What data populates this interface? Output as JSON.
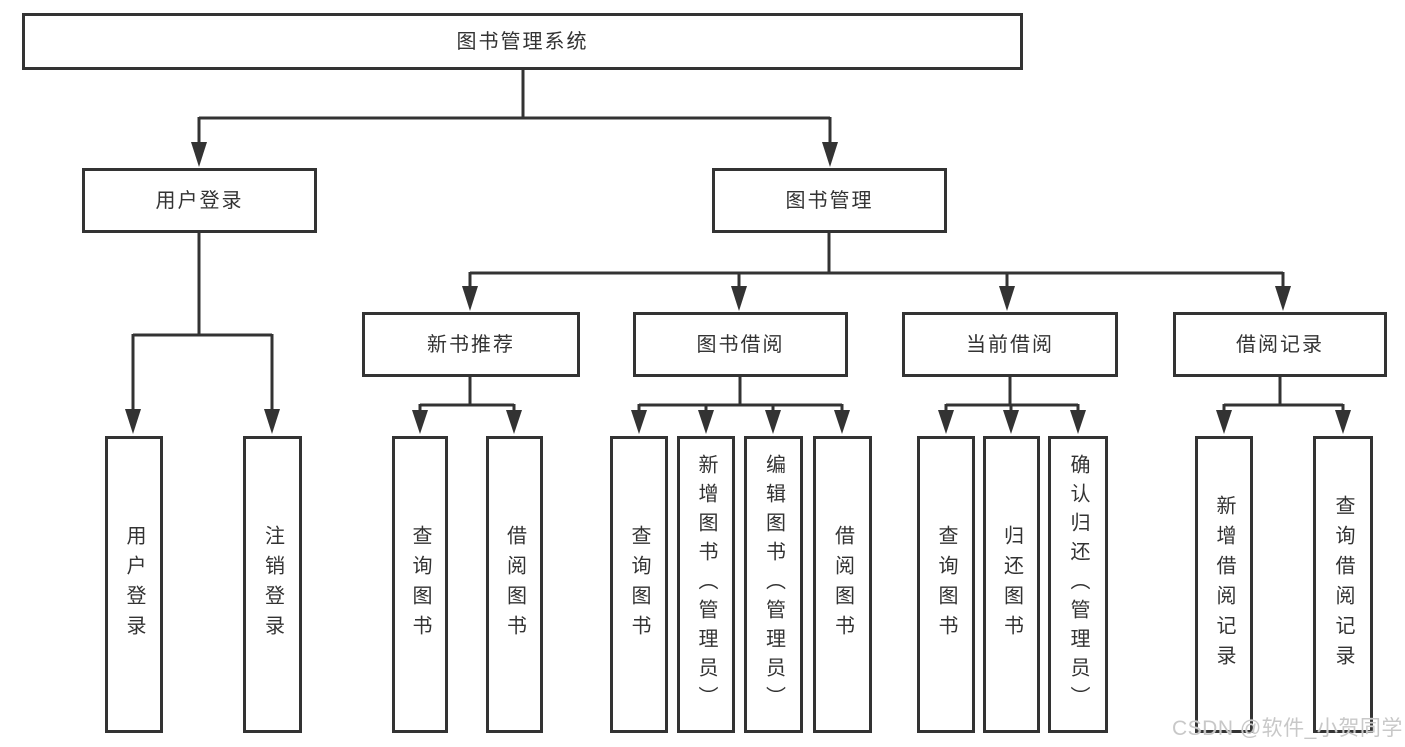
{
  "diagram": {
    "tree": {
      "label": "图书管理系统",
      "children": [
        {
          "label": "用户登录",
          "children": [
            {
              "label": "用户登录"
            },
            {
              "label": "注销登录"
            }
          ]
        },
        {
          "label": "图书管理",
          "children": [
            {
              "label": "新书推荐",
              "children": [
                {
                  "label": "查询图书"
                },
                {
                  "label": "借阅图书"
                }
              ]
            },
            {
              "label": "图书借阅",
              "children": [
                {
                  "label": "查询图书"
                },
                {
                  "label": "新增图书（管理员）"
                },
                {
                  "label": "编辑图书（管理员）"
                },
                {
                  "label": "借阅图书"
                }
              ]
            },
            {
              "label": "当前借阅",
              "children": [
                {
                  "label": "查询图书"
                },
                {
                  "label": "归还图书"
                },
                {
                  "label": "确认归还（管理员）"
                }
              ]
            },
            {
              "label": "借阅记录",
              "children": [
                {
                  "label": "新增借阅记录"
                },
                {
                  "label": "查询借阅记录"
                }
              ]
            }
          ]
        }
      ]
    }
  },
  "watermark": {
    "text": "CSDN @软件_小贺同学"
  },
  "colors": {
    "line": "#333333",
    "text": "#333333",
    "watermark": "#c8c8c8",
    "background": "#ffffff"
  }
}
